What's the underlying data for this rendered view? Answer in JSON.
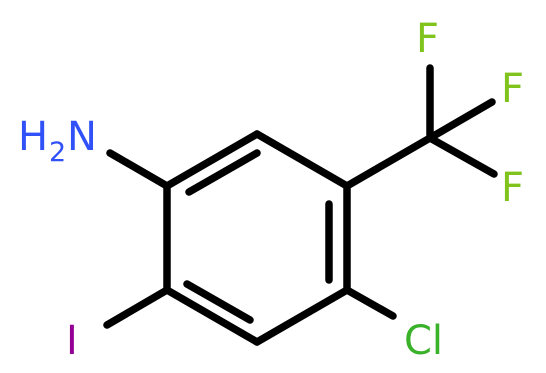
{
  "molecule": {
    "atoms": {
      "amine": {
        "symbol": "N",
        "hydrogen": "H",
        "hydrogen_count": "2",
        "color": "#3050F8"
      },
      "iodine": {
        "symbol": "I",
        "color": "#940094"
      },
      "chlorine": {
        "symbol": "Cl",
        "color": "#39B22A"
      },
      "fluorine_top": {
        "symbol": "F",
        "color": "#80C31C"
      },
      "fluorine_middle": {
        "symbol": "F",
        "color": "#80C31C"
      },
      "fluorine_bottom": {
        "symbol": "F",
        "color": "#80C31C"
      }
    },
    "bond_color": "#000000"
  }
}
